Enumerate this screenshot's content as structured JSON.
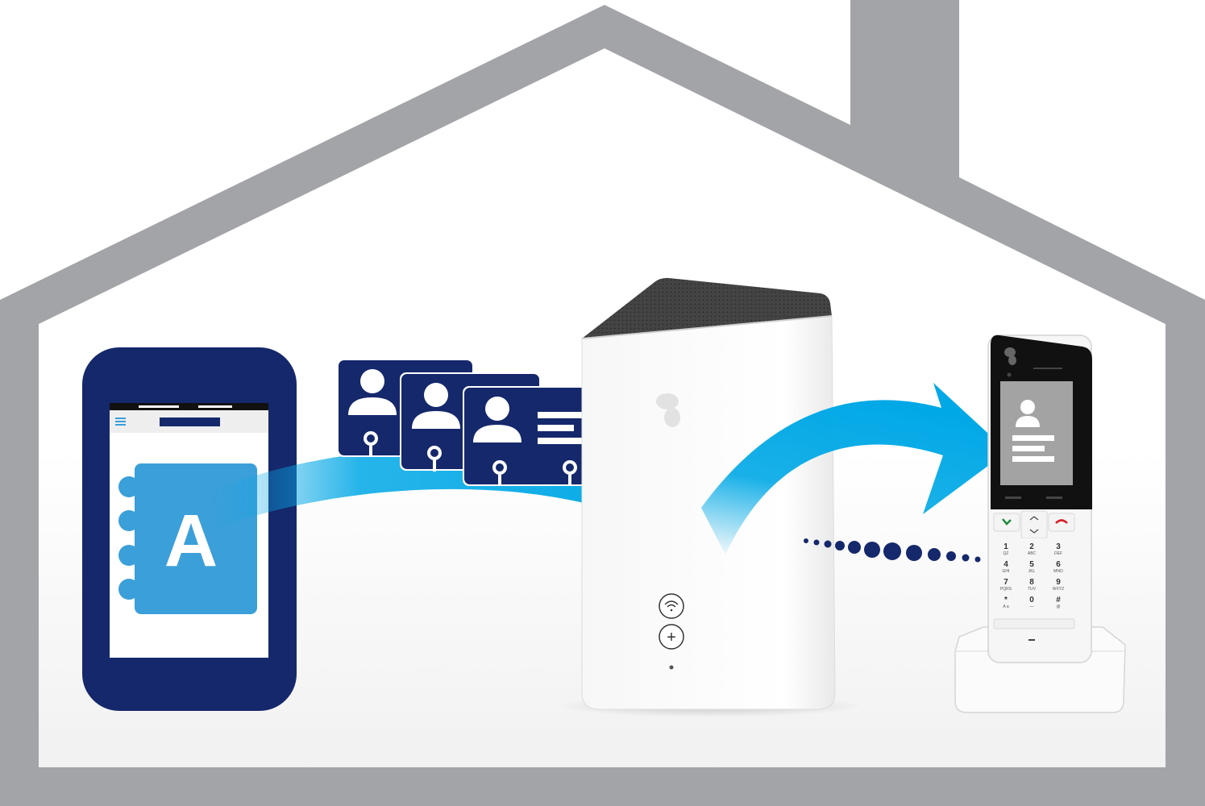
{
  "colors": {
    "house": "#a3a4a8",
    "navy": "#15286b",
    "light_blue": "#3b9fd9",
    "arrow_blue": "#00a8e6",
    "router_top": "#474747",
    "phone_screen": "#111111"
  },
  "phone": {
    "app_icon_letter": "A"
  },
  "handset_keys": [
    {
      "digit": "1",
      "letters": "QZ"
    },
    {
      "digit": "2",
      "letters": "ABC"
    },
    {
      "digit": "3",
      "letters": "DEF"
    },
    {
      "digit": "4",
      "letters": "GHI"
    },
    {
      "digit": "5",
      "letters": "JKL"
    },
    {
      "digit": "6",
      "letters": "MNO"
    },
    {
      "digit": "7",
      "letters": "PQRS"
    },
    {
      "digit": "8",
      "letters": "TUV"
    },
    {
      "digit": "9",
      "letters": "WXYZ"
    },
    {
      "digit": "*",
      "letters": "A a"
    },
    {
      "digit": "0",
      "letters": "—"
    },
    {
      "digit": "#",
      "letters": "@"
    }
  ],
  "router_buttons": {
    "add_symbol": "+"
  },
  "icons": [
    "house-outline",
    "smartphone",
    "address-book-icon",
    "menu-icon",
    "contact-card",
    "router",
    "wifi-icon",
    "plus-icon",
    "dect-handset",
    "contact-icon",
    "call-accept-icon",
    "call-end-icon",
    "chevron-up-icon",
    "chevron-down-icon",
    "arrow"
  ]
}
